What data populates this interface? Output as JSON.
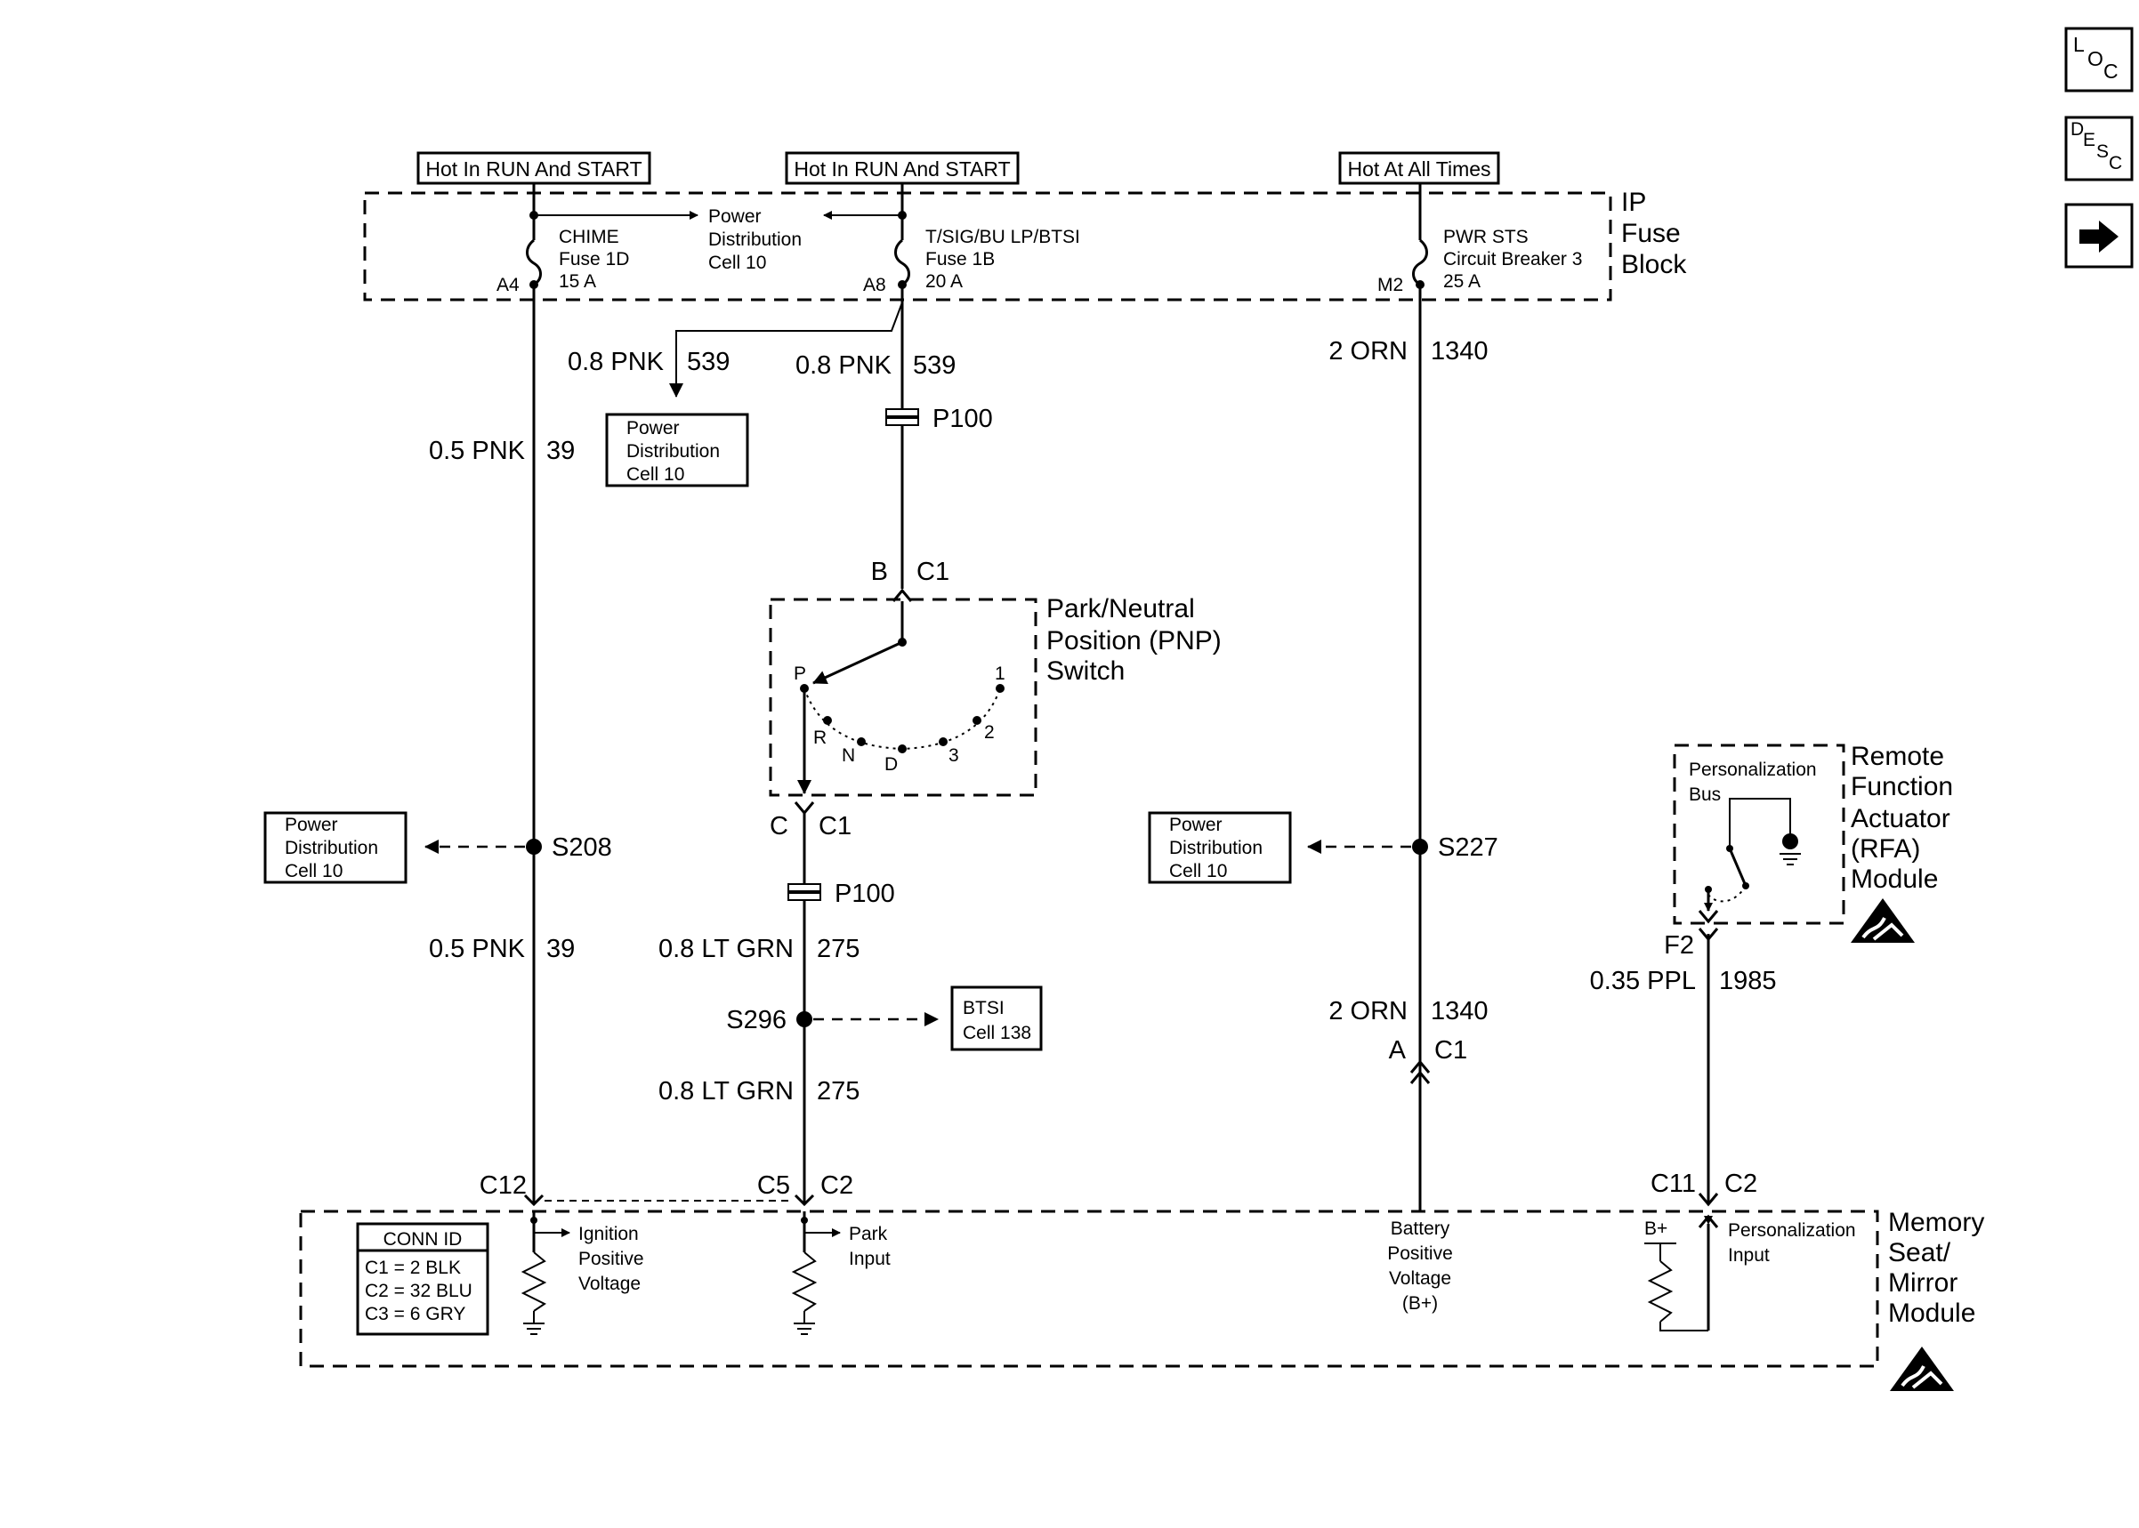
{
  "nav": {
    "loc_l": "L",
    "loc_o": "O",
    "loc_c": "C",
    "desc_d": "D",
    "desc_e": "E",
    "desc_s": "S",
    "desc_c": "C",
    "next_icon": "right-arrow-icon"
  },
  "sources": {
    "hot_run_1": "Hot In RUN And START",
    "hot_run_2": "Hot In RUN And START",
    "hot_all": "Hot At All Times"
  },
  "ip_fuse_block": {
    "l1": "IP",
    "l2": "Fuse",
    "l3": "Block"
  },
  "fuse_chime": {
    "name": "CHIME",
    "fuse": "Fuse 1D",
    "amps": "15 A",
    "pin": "A4"
  },
  "fuse_tsig": {
    "name": "T/SIG/BU LP/BTSI",
    "fuse": "Fuse 1B",
    "amps": "20 A",
    "pin": "A8"
  },
  "fuse_pwr": {
    "name": "PWR STS",
    "fuse": "Circuit Breaker 3",
    "amps": "25 A",
    "pin": "M2"
  },
  "pd_top": {
    "l1": "Power",
    "l2": "Distribution",
    "l3": "Cell 10"
  },
  "pd_539": {
    "l1": "Power",
    "l2": "Distribution",
    "l3": "Cell 10"
  },
  "pd_s208": {
    "l1": "Power",
    "l2": "Distribution",
    "l3": "Cell 10"
  },
  "pd_s227": {
    "l1": "Power",
    "l2": "Distribution",
    "l3": "Cell 10"
  },
  "btsi": {
    "l1": "BTSI",
    "l2": "Cell 138"
  },
  "wires": {
    "w539a_size": "0.8 PNK",
    "w539a_num": "539",
    "w539b_size": "0.8 PNK",
    "w539b_num": "539",
    "w39a_size": "0.5 PNK",
    "w39a_num": "39",
    "w39b_size": "0.5 PNK",
    "w39b_num": "39",
    "w275a_size": "0.8 LT GRN",
    "w275a_num": "275",
    "w275b_size": "0.8 LT GRN",
    "w275b_num": "275",
    "w1340a_size": "2 ORN",
    "w1340a_num": "1340",
    "w1340b_size": "2 ORN",
    "w1340b_num": "1340",
    "w1985_size": "0.35 PPL",
    "w1985_num": "1985"
  },
  "connectors": {
    "p100a": "P100",
    "p100b": "P100",
    "b": "B",
    "c1_b": "C1",
    "c": "C",
    "c1_c": "C1",
    "a": "A",
    "c1_a": "C1",
    "f2": "F2",
    "c12": "C12",
    "c5": "C5",
    "c2_a": "C2",
    "c11": "C11",
    "c2_b": "C2"
  },
  "splices": {
    "s208": "S208",
    "s296": "S296",
    "s227": "S227"
  },
  "pnp_switch": {
    "l1": "Park/Neutral",
    "l2": "Position (PNP)",
    "l3": "Switch",
    "pos_p": "P",
    "pos_r": "R",
    "pos_n": "N",
    "pos_d": "D",
    "pos_3": "3",
    "pos_2": "2",
    "pos_1": "1"
  },
  "rfa_module": {
    "l1": "Remote",
    "l2": "Function",
    "l3": "Actuator",
    "l4": "(RFA)",
    "l5": "Module",
    "bus1": "Personalization",
    "bus2": "Bus"
  },
  "memory_module": {
    "l1": "Memory",
    "l2": "Seat/",
    "l3": "Mirror",
    "l4": "Module",
    "ign1": "Ignition",
    "ign2": "Positive",
    "ign3": "Voltage",
    "park1": "Park",
    "park2": "Input",
    "bat1": "Battery",
    "bat2": "Positive",
    "bat3": "Voltage",
    "bat4": "(B+)",
    "bplus": "B+",
    "pers1": "Personalization",
    "pers2": "Input"
  },
  "conn_id": {
    "title": "CONN ID",
    "c1": "C1 = 2 BLK",
    "c2": "C2 = 32 BLU",
    "c3": "C3 = 6 GRY"
  }
}
